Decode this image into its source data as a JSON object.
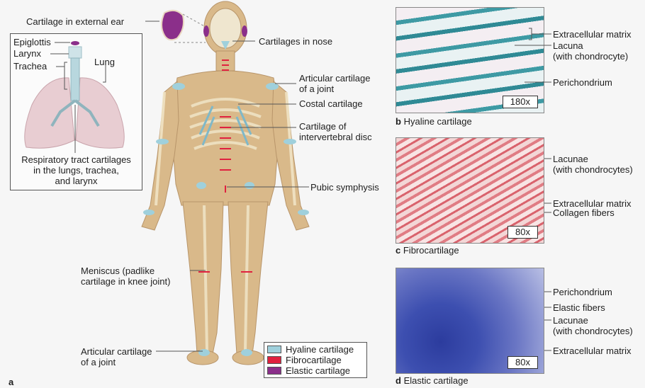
{
  "panel_a": {
    "letter": "a",
    "labels": {
      "external_ear": "Cartilage in external ear",
      "nose": "Cartilages in nose",
      "articular_shoulder_1": "Articular cartilage",
      "articular_shoulder_2": "of a joint",
      "costal": "Costal cartilage",
      "intervertebral_1": "Cartilage of",
      "intervertebral_2": "intervertebral disc",
      "pubic": "Pubic symphysis",
      "meniscus_1": "Meniscus (padlike",
      "meniscus_2": "cartilage in knee joint)",
      "articular_ankle_1": "Articular cartilage",
      "articular_ankle_2": "of a joint"
    },
    "inset": {
      "epiglottis": "Epiglottis",
      "larynx": "Larynx",
      "trachea": "Trachea",
      "lung": "Lung",
      "caption_1": "Respiratory tract cartilages",
      "caption_2": "in the lungs, trachea,",
      "caption_3": "and larynx"
    },
    "legend": [
      {
        "label": "Hyaline cartilage",
        "color": "#9fd0dc"
      },
      {
        "label": "Fibrocartilage",
        "color": "#e0213f"
      },
      {
        "label": "Elastic cartilage",
        "color": "#8b2f8a"
      }
    ]
  },
  "panel_b": {
    "letter": "b",
    "title": "Hyaline cartilage",
    "magnification": "180x",
    "labels": [
      "Extracellular matrix",
      "Lacuna",
      "(with chondrocyte)",
      "Perichondrium"
    ]
  },
  "panel_c": {
    "letter": "c",
    "title": "Fibrocartilage",
    "magnification": "80x",
    "labels": [
      "Lacunae",
      "(with chondrocytes)",
      "Extracellular matrix",
      "Collagen fibers"
    ]
  },
  "panel_d": {
    "letter": "d",
    "title": "Elastic cartilage",
    "magnification": "80x",
    "labels": [
      "Perichondrium",
      "Elastic fibers",
      "Lacunae",
      "(with chondrocytes)",
      "Extracellular matrix"
    ]
  }
}
